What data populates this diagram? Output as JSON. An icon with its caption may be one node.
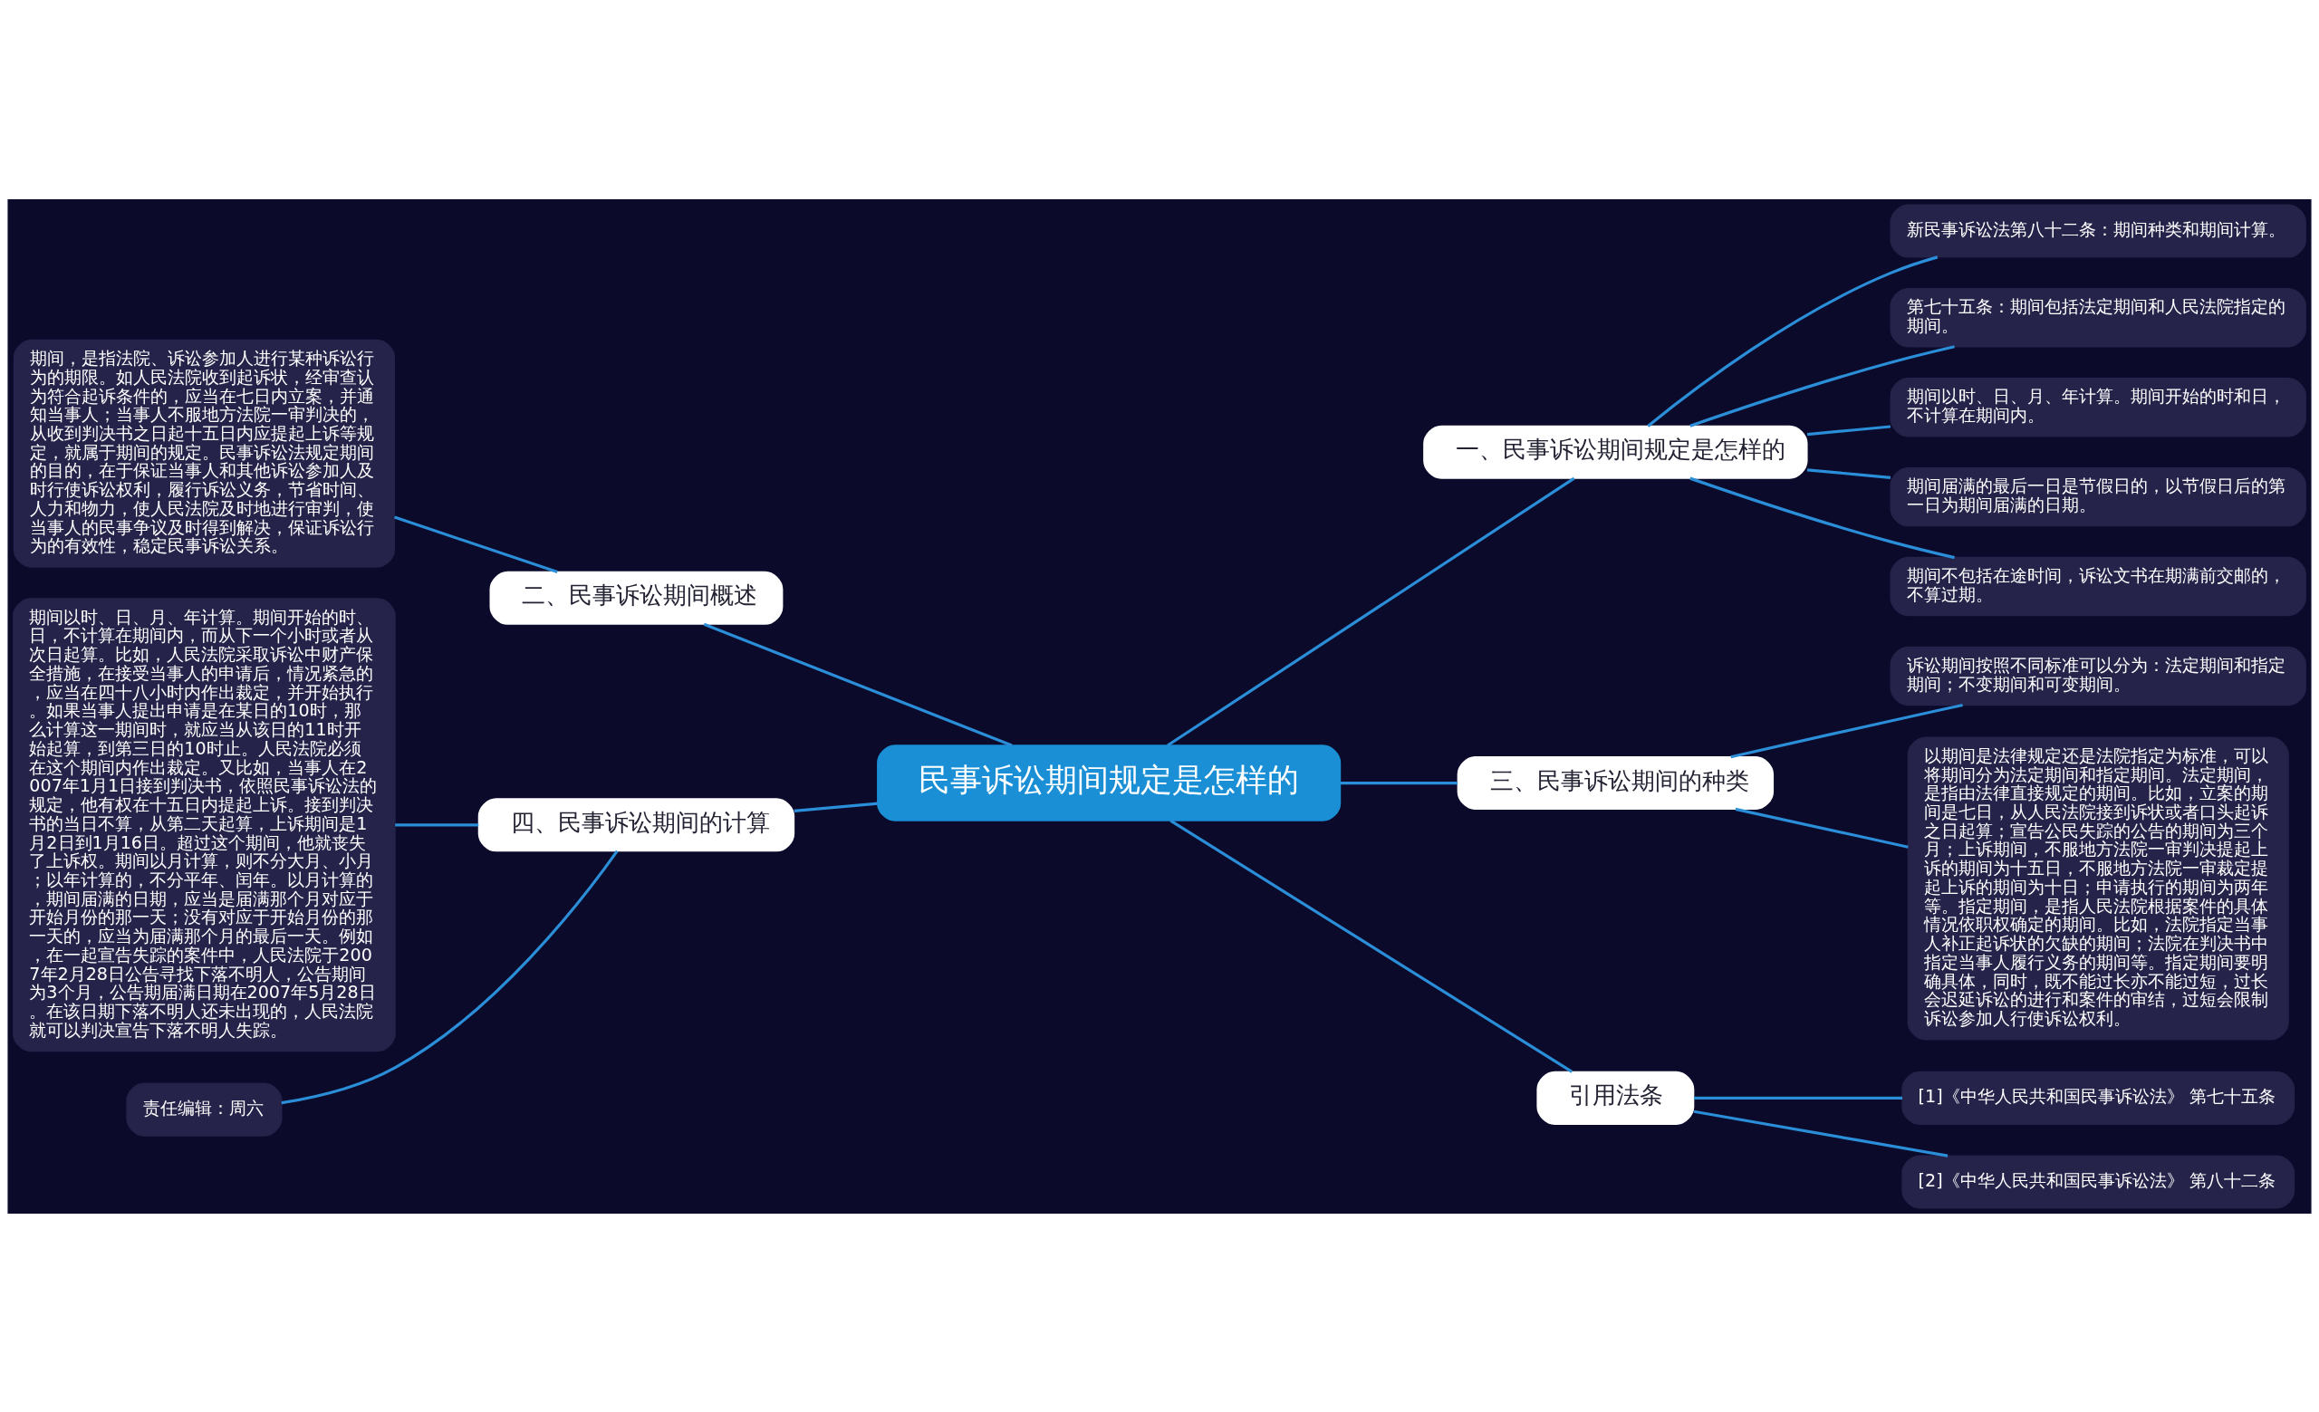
{
  "diagram": {
    "nodes": [
      {
        "text": [
          "民事诉讼期间规定是怎样的"
        ]
      },
      {
        "text": [
          "一、民事诉讼期间规定是怎样的"
        ]
      },
      {
        "text": [
          "新民事诉讼法第八十二条：期间种类和期间计算。"
        ]
      },
      {
        "text": [
          "第七十五条：期间包括法定期间和人民法院指定的期间。"
        ]
      },
      {
        "text": [
          "期间以时、日、月、年计算。期间开始的时和日，不计算在期间内。"
        ]
      },
      {
        "text": [
          "期间届满的最后一日是节假日的，以节假日后的第一日为期间届满的日期。"
        ]
      },
      {
        "text": [
          "期间不包括在途时间，诉讼文书在期满前交邮的，不算过期。"
        ]
      },
      {
        "text": [
          "二、民事诉讼期间概述"
        ]
      },
      {
        "text": [
          "期间，是指法院、诉讼参加人进行某种诉讼行为的期限。如人民法院收到起诉状，经审查认为符合起诉条件的，应当在七日内立案，并通知当事人；当事人不服地方法院一审判决的，从收到判决书之日起十五日内应提起上诉等规定，就属于期间的规定。民事诉讼法规定期间的目的，在于保证当事人和其他诉讼参加人及时行使诉讼权利，履行诉讼义务，节省时间、人力和物力，使人民法院及时地进行审判，使当事人的民事争议及时得到解决，保证诉讼行为的有效性，稳定民事诉讼关系。"
        ]
      },
      {
        "text": [
          "三、民事诉讼期间的种类"
        ]
      },
      {
        "text": [
          "诉讼期间按照不同标准可以分为：法定期间和指定期间；不变期间和可变期间。"
        ]
      },
      {
        "text": [
          "以期间是法律规定还是法院指定为标准，可以将期间分为法定期间和指定期间。法定期间，是指由法律直接规定的期间。比如，立案的期间是七日，从人民法院接到诉状或者口头起诉之日起算；宣告公民失踪的公告的期间为三个月；上诉期间，不服地方法院一审判决提起上诉的期间为十五日，不服地方法院一审裁定提起上诉的期间为十日；申请执行的期间为两年等。指定期间，是指人民法院根据案件的具体情况依职权确定的期间。比如，法院指定当事人补正起诉状的欠缺的期间；法院在判决书中指定当事人履行义务的期间等。指定期间要明确具体，同时，既不能过长亦不能过短，过长会迟延诉讼的进行和案件的审结，过短会限制诉讼参加人行使诉讼权利。"
        ]
      },
      {
        "text": [
          "四、民事诉讼期间的计算"
        ]
      },
      {
        "text": [
          "期间以时、日、月、年计算。期间开始的时、日，不计算在期间内，而从下一个小时或者从次日起算。比如，人民法院采取诉讼中财产保全措施，在接受当事人的申请后，情况紧急的，应当在四十八小时内作出裁定，并开始执行。如果当事人提出申请是在某日的10时，那么计算这一期间时，就应当从该日的11时开始起算，到第三日的10时止。人民法院必须在这个期间内作出裁定。又比如，当事人在2007年1月1日接到判决书，依照民事诉讼法的规定，他有权在十五日内提起上诉。接到判决书的当日不算，从第二天起算，上诉期间是1月2日到1月16日。超过这个期间，他就丧失了上诉权。期间以月计算，则不分大月、小月；以年计算的，不分平年、闰年。以月计算的，期间届满的日期，应当是届满那个月对应于开始月份的那一天；没有对应于开始月份的那一天的，应当为届满那个月的最后一天。例如，在一起宣告失踪的案件中，人民法院于2007年2月28日公告寻找下落不明人，公告期间为3个月，公告期届满日期在2007年5月28日。在该日期下落不明人还未出现的，人民法院就可以判决宣告下落不明人失踪。"
        ]
      },
      {
        "text": [
          "责任编辑：周六"
        ]
      },
      {
        "text": [
          "引用法条"
        ]
      },
      {
        "text": [
          "[1]《中华人民共和国民事诉讼法》 第七十五条"
        ]
      },
      {
        "text": [
          "[2]《中华人民共和国民事诉讼法》 第八十二条"
        ]
      }
    ],
    "edges": [
      {
        "from": 0,
        "to": 1,
        "arrow": "none"
      },
      {
        "from": 1,
        "to": 2,
        "arrow": "none"
      },
      {
        "from": 1,
        "to": 3,
        "arrow": "none"
      },
      {
        "from": 1,
        "to": 4,
        "arrow": "none"
      },
      {
        "from": 1,
        "to": 5,
        "arrow": "none"
      },
      {
        "from": 1,
        "to": 6,
        "arrow": "none"
      },
      {
        "from": 0,
        "to": 7,
        "arrow": "none"
      },
      {
        "from": 7,
        "to": 8,
        "arrow": "none"
      },
      {
        "from": 0,
        "to": 9,
        "arrow": "none"
      },
      {
        "from": 9,
        "to": 10,
        "arrow": "none"
      },
      {
        "from": 9,
        "to": 11,
        "arrow": "none"
      },
      {
        "from": 0,
        "to": 12,
        "arrow": "none"
      },
      {
        "from": 12,
        "to": 13,
        "arrow": "none"
      },
      {
        "from": 12,
        "to": 14,
        "arrow": "none"
      },
      {
        "from": 0,
        "to": 15,
        "arrow": "none"
      },
      {
        "from": 15,
        "to": 16,
        "arrow": "none"
      },
      {
        "from": 15,
        "to": 17,
        "arrow": "none"
      }
    ]
  }
}
